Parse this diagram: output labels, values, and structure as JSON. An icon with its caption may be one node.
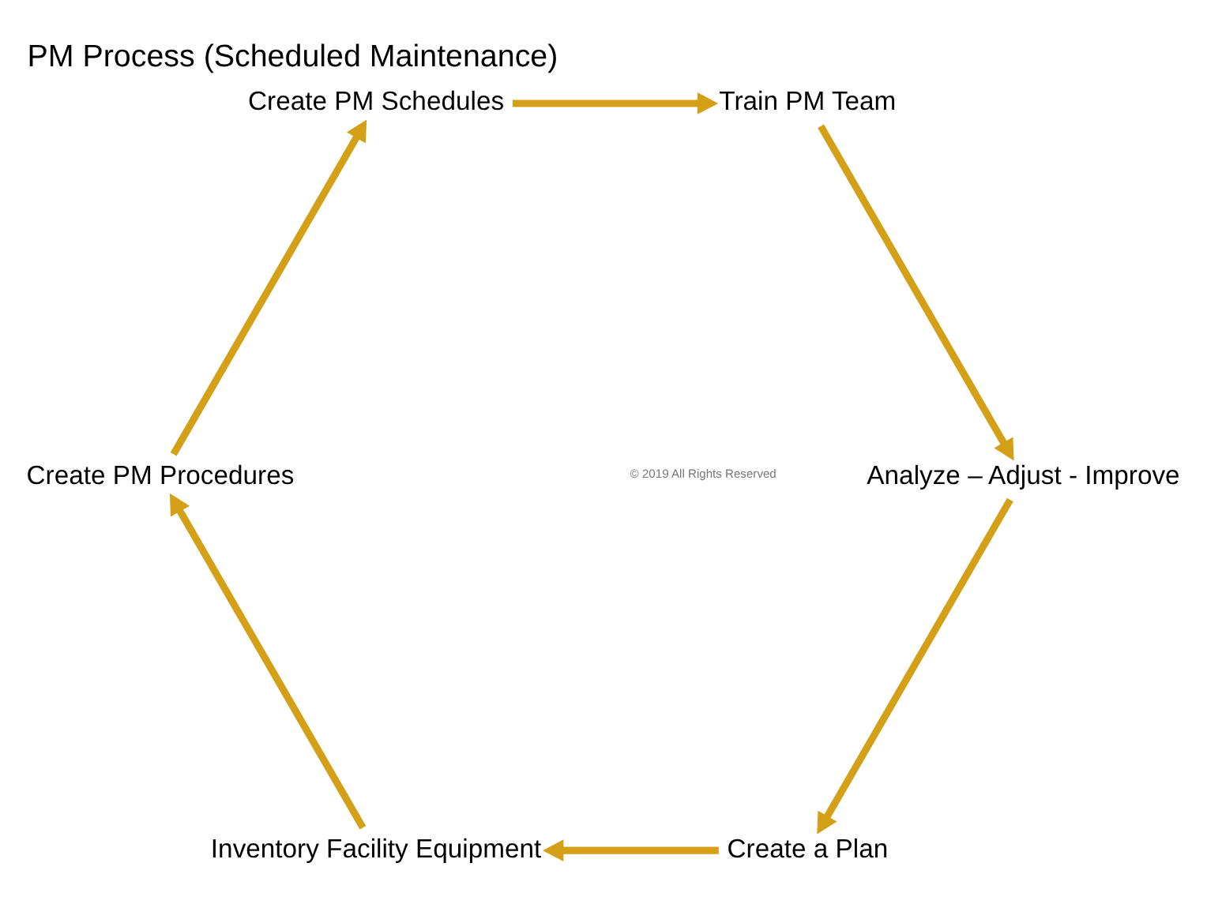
{
  "diagram": {
    "title": "PM Process (Scheduled Maintenance)",
    "nodes": [
      {
        "text": [
          "Create a Plan"
        ]
      },
      {
        "text": [
          "Inventory Facility Equipment"
        ]
      },
      {
        "text": [
          "Create PM Procedures"
        ]
      },
      {
        "text": [
          "Create PM Schedules"
        ]
      },
      {
        "text": [
          "Train PM Team"
        ]
      },
      {
        "text": [
          "Analyze – Adjust - Improve"
        ]
      }
    ],
    "edges": [
      {
        "from": 5,
        "to": 0,
        "arrow": "to"
      },
      {
        "from": 0,
        "to": 1,
        "arrow": "to"
      },
      {
        "from": 1,
        "to": 2,
        "arrow": "to"
      },
      {
        "from": 2,
        "to": 3,
        "arrow": "to"
      },
      {
        "from": 3,
        "to": 4,
        "arrow": "to"
      },
      {
        "from": 4,
        "to": 5,
        "arrow": "to"
      }
    ],
    "labels": [
      "© 2019 All Rights Reserved"
    ]
  }
}
